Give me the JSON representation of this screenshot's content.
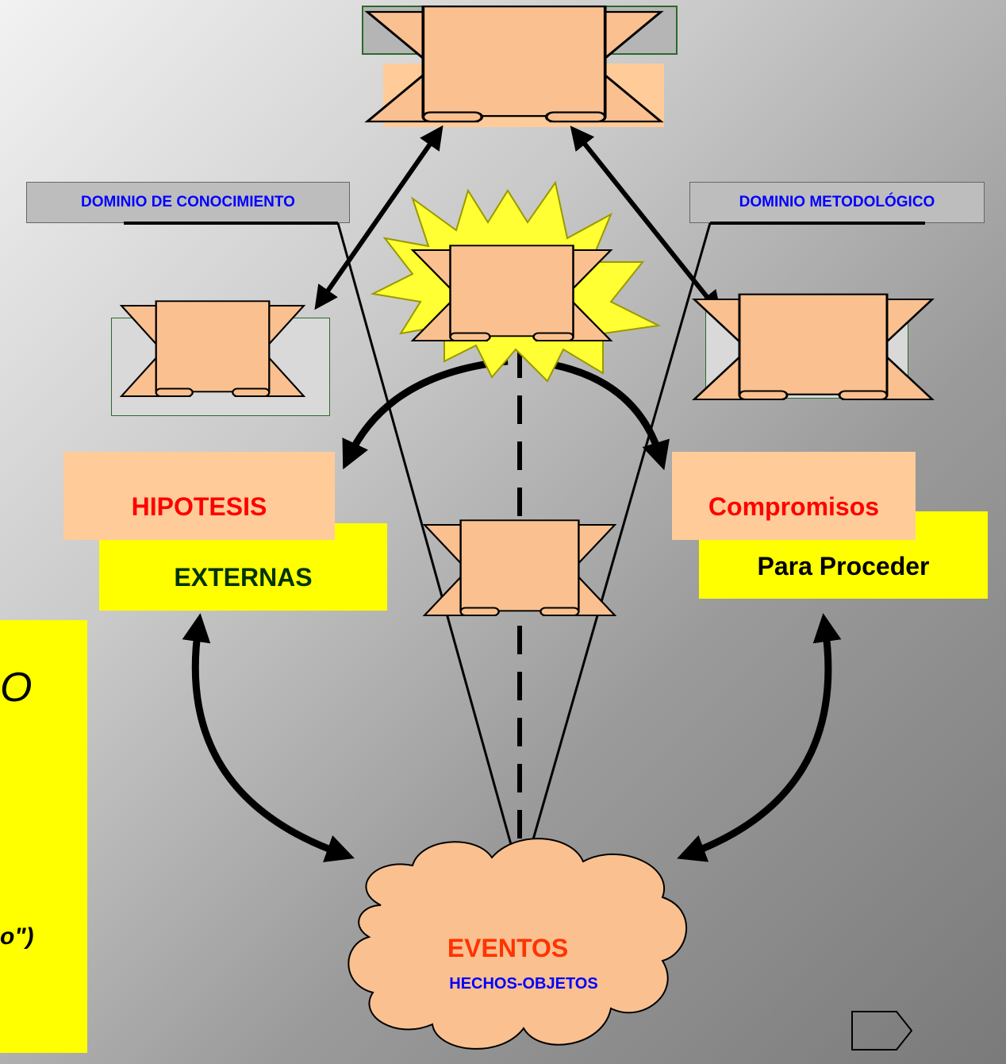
{
  "labels": {
    "knowledge_domain": "DOMINIO DE CONOCIMIENTO",
    "methodological_domain": "DOMINIO METODOLÓGICO",
    "hypotheses": "HIPOTESIS",
    "external": "EXTERNAS",
    "commitments": "Compromisos",
    "to_proceed": "Para Proceder",
    "events": "EVENTOS",
    "facts_objects": "HECHOS-OBJETOS",
    "left_partial_1": "O",
    "left_partial_2": "o\")"
  },
  "colors": {
    "scroll_fill": "#fac08f",
    "box_salmon": "#ffcc99",
    "yellow": "#ffff00",
    "starburst": "#ffff33",
    "red_text": "#ff0000",
    "blue_text": "#0000ff",
    "dark_green_text": "#003300",
    "orange_text": "#ff3300",
    "cloud": "#fac08f"
  },
  "icons": {
    "next_slide": "pentagon-arrow-icon"
  }
}
